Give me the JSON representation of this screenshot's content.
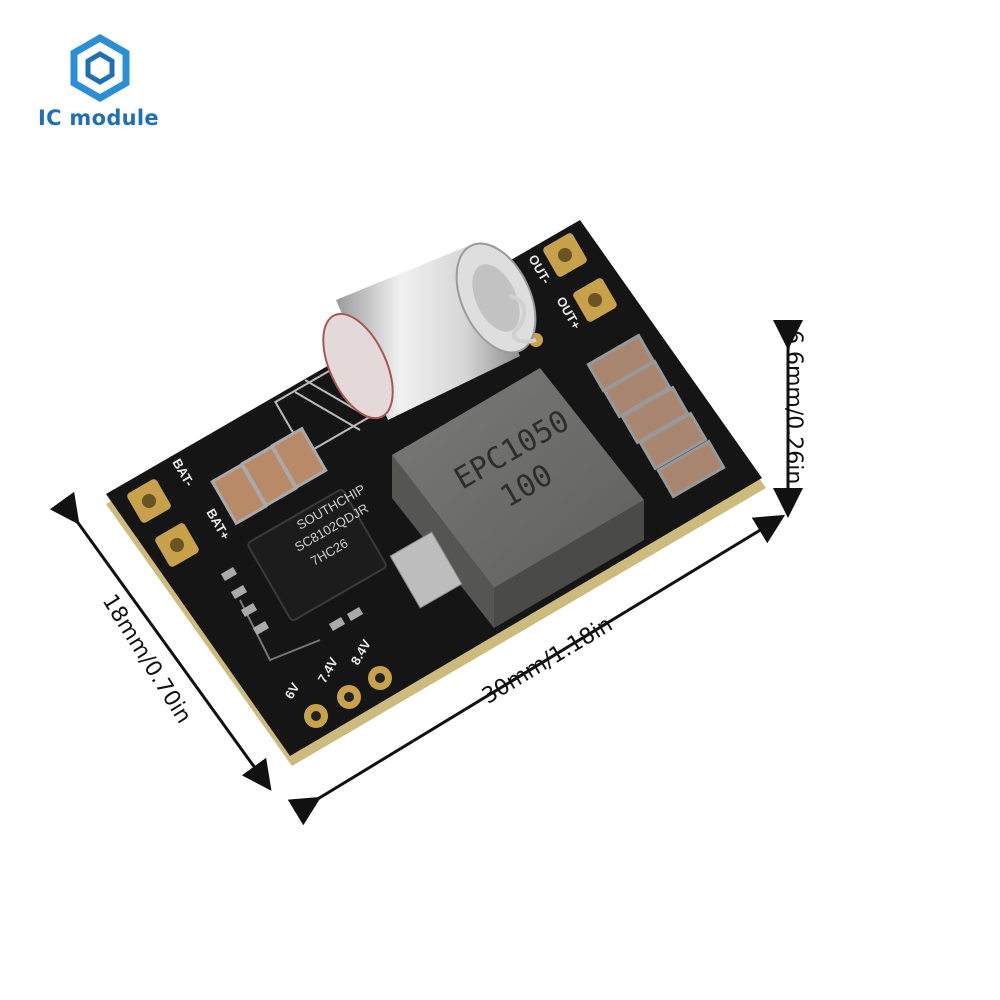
{
  "brand": {
    "name": "IC module",
    "color": "#1f6fb8",
    "icon": "hexagon-logo-icon"
  },
  "dimensions": {
    "width": "30mm/1.18in",
    "height": "18mm/0.70in",
    "thickness": "6.6mm/0.26in"
  },
  "board": {
    "inductor_line1": "EPC1050",
    "inductor_line2": "100",
    "chip_lines": [
      "SOUTHCHIP",
      "SC8102QDJR",
      "7HC26"
    ],
    "pad_labels": {
      "bat_minus": "BAT-",
      "bat_plus": "BAT+",
      "out_minus": "OUT-",
      "out_plus": "OUT+",
      "v6": "6V",
      "v74": "7.4V",
      "v84": "8.4V"
    }
  },
  "colors": {
    "pcb": "#121212",
    "gold": "#c8a24a",
    "inductor": "#6e6e6c",
    "capacitor": "#c9c9c9",
    "smd_cap": "#b88a68"
  }
}
